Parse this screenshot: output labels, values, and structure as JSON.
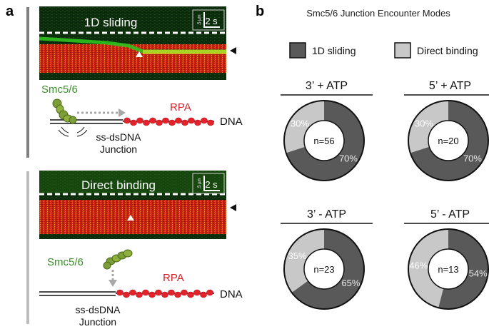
{
  "panel_a": {
    "letter": "a",
    "kymo1": {
      "title": "1D sliding",
      "scale_x": "2 s",
      "scale_y": ".5 µm"
    },
    "kymo2": {
      "title": "Direct binding",
      "scale_x": "2 s",
      "scale_y": ".5 µm"
    },
    "schematic1": {
      "protein": "Smc5/6",
      "rpa": "RPA",
      "dna": "DNA",
      "junction_1": "ss-dsDNA",
      "junction_2": "Junction"
    },
    "schematic2": {
      "protein": "Smc5/6",
      "rpa": "RPA",
      "dna": "DNA",
      "junction_1": "ss-dsDNA",
      "junction_2": "Junction"
    }
  },
  "panel_b": {
    "letter": "b",
    "title": "Smc5/6 Junction Encounter Modes"
  },
  "colors": {
    "sliding": "#595959",
    "direct": "#c8c8c8",
    "protein": "#3a8f2a",
    "rpa_label": "#d42027",
    "rpa_bead": "#e3222b",
    "kymo_red": "#d82a14",
    "kymo_green": "#2fc21d",
    "bar_a1": "#7f7f7f",
    "bar_a2": "#bdbdbd"
  },
  "chart_data": {
    "type": "pie",
    "title": "Smc5/6 Junction Encounter Modes",
    "legend": {
      "placement": "top",
      "entries": [
        "1D sliding",
        "Direct binding"
      ]
    },
    "charts": [
      {
        "title": "3’ + ATP",
        "n_label": "n=56",
        "values": [
          70,
          30
        ],
        "labels": [
          "70%",
          "30%"
        ]
      },
      {
        "title": "5’ + ATP",
        "n_label": "n=20",
        "values": [
          70,
          30
        ],
        "labels": [
          "70%",
          "30%"
        ]
      },
      {
        "title": "3’ - ATP",
        "n_label": "n=23",
        "values": [
          65,
          35
        ],
        "labels": [
          "65%",
          "35%"
        ]
      },
      {
        "title": "5’ - ATP",
        "n_label": "n=13",
        "values": [
          54,
          46
        ],
        "labels": [
          "54%",
          "46%"
        ]
      }
    ]
  }
}
